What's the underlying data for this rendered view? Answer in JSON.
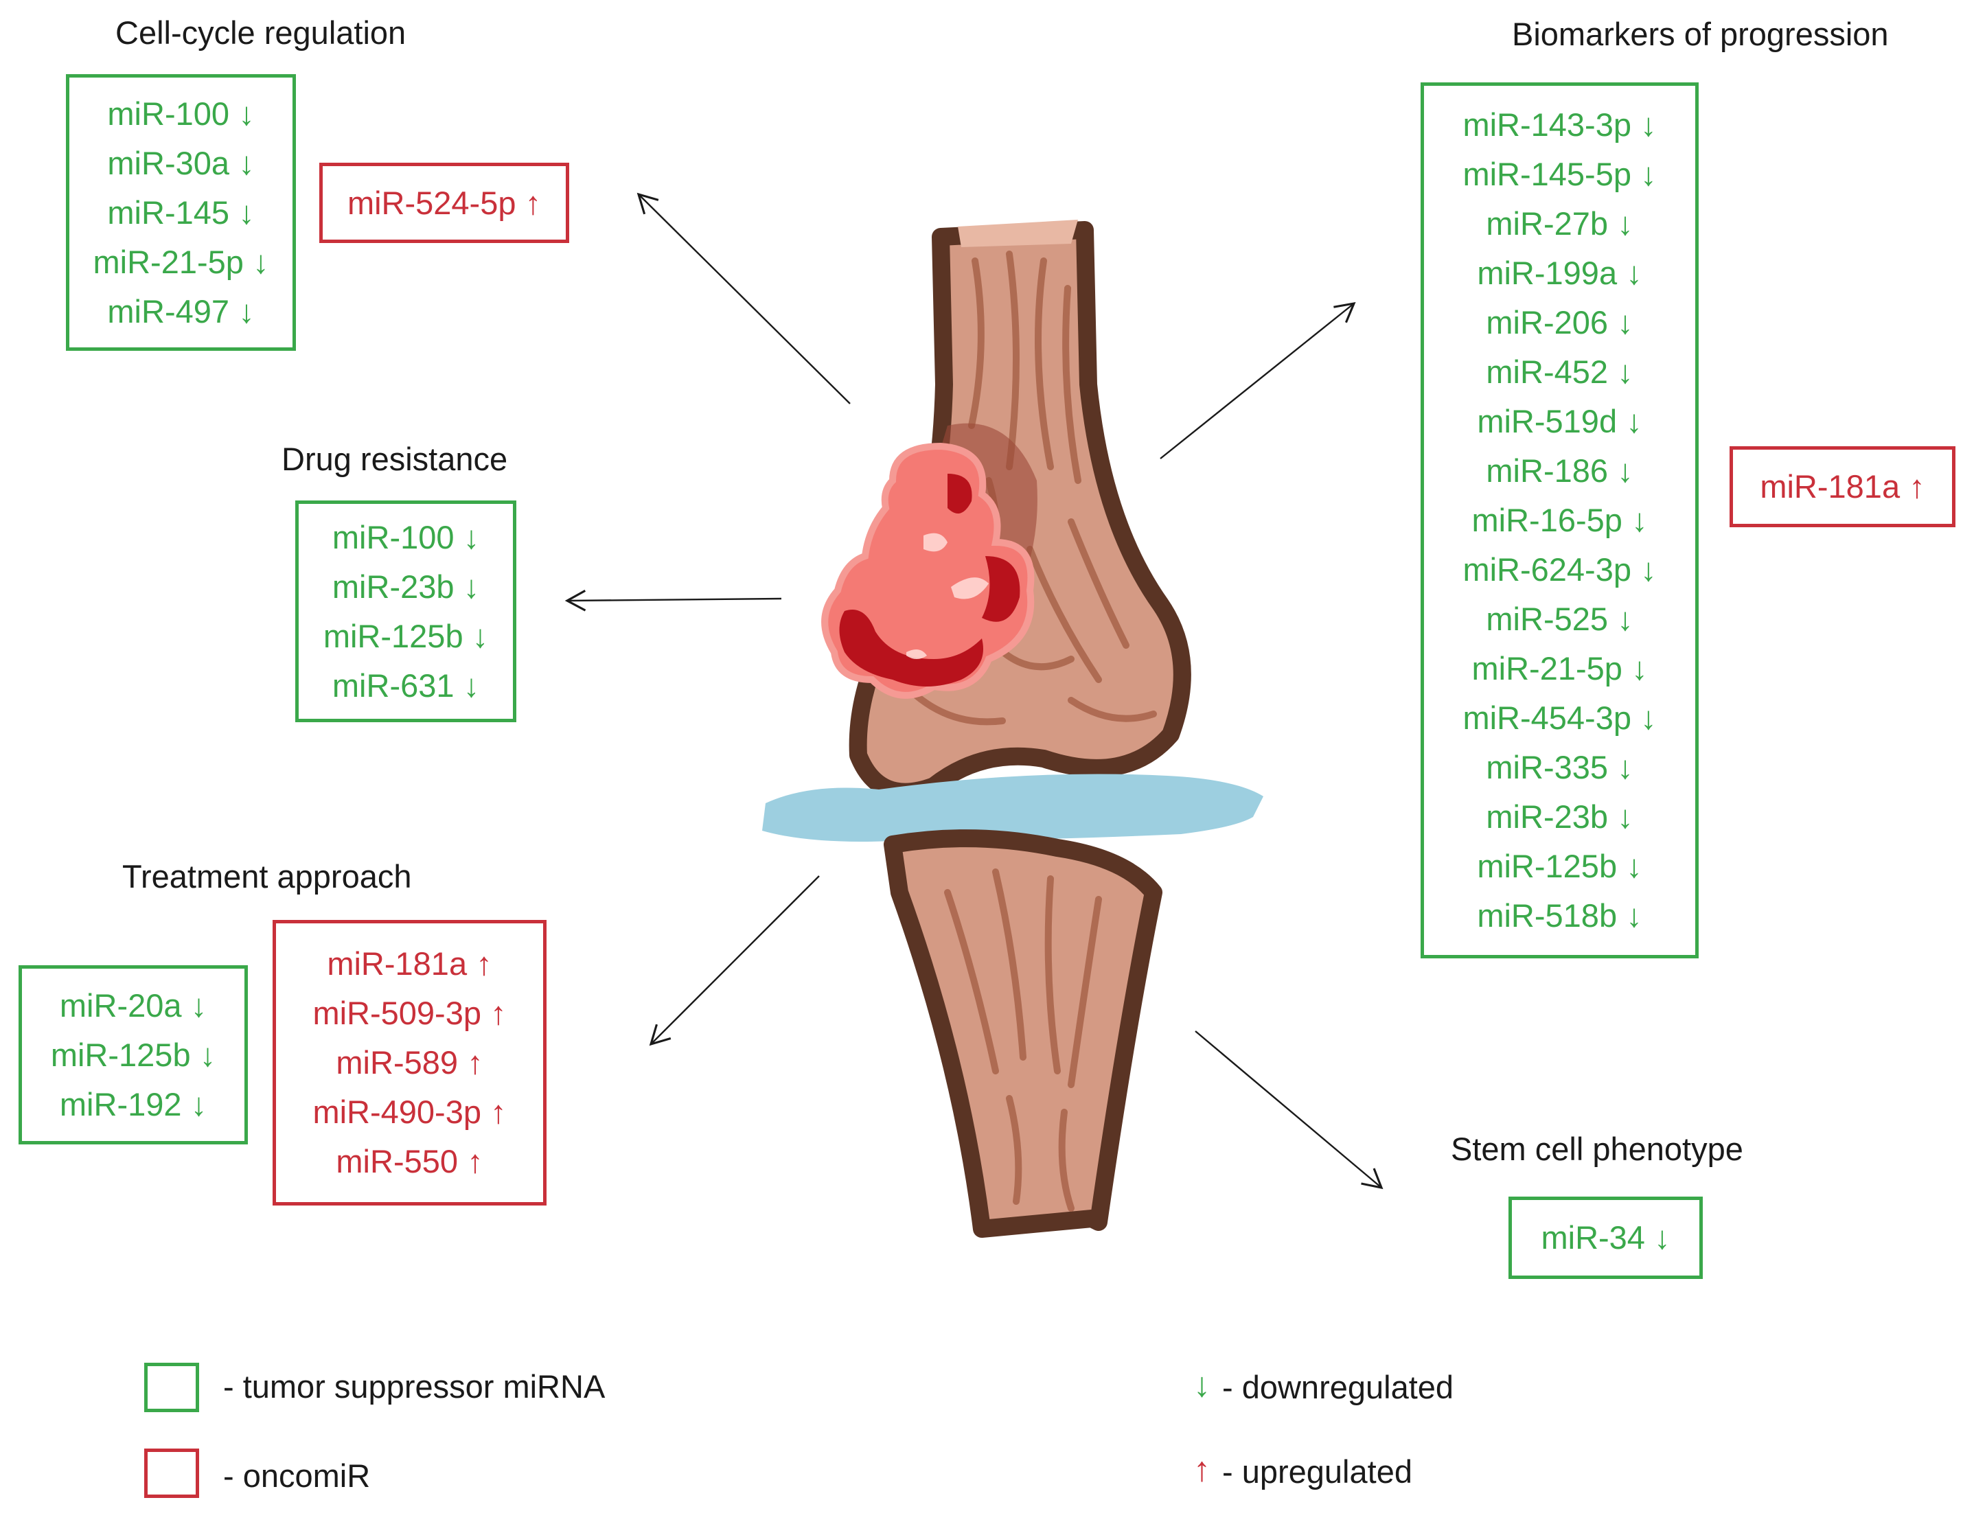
{
  "colors": {
    "suppressor": "#3aa84a",
    "oncomir": "#c9303a",
    "bone_outline": "#5a3424",
    "bone_fill": "#d49a84",
    "bone_grain": "#a8634a",
    "tumor_light": "#f47a74",
    "tumor_dark": "#b8121c",
    "cartilage": "#9dcfe0"
  },
  "sections": {
    "cell_cycle": {
      "title": "Cell-cycle regulation",
      "suppressors": [
        "miR-100 ↓",
        "miR-30a ↓",
        "miR-145 ↓",
        "miR-21-5p ↓",
        "miR-497 ↓"
      ],
      "oncomirs": [
        "miR-524-5p ↑"
      ]
    },
    "drug_resistance": {
      "title": "Drug resistance",
      "suppressors": [
        "miR-100 ↓",
        "miR-23b ↓",
        "miR-125b ↓",
        "miR-631 ↓"
      ]
    },
    "treatment": {
      "title": "Treatment approach",
      "suppressors": [
        "miR-20a ↓",
        "miR-125b ↓",
        "miR-192 ↓"
      ],
      "oncomirs": [
        "miR-181a ↑",
        "miR-509-3p ↑",
        "miR-589 ↑",
        "miR-490-3p ↑",
        "miR-550 ↑"
      ]
    },
    "biomarkers": {
      "title": "Biomarkers of progression",
      "suppressors": [
        "miR-143-3p ↓",
        "miR-145-5p ↓",
        "miR-27b ↓",
        "miR-199a ↓",
        "miR-206 ↓",
        "miR-452 ↓",
        "miR-519d ↓",
        "miR-186 ↓",
        "miR-16-5p ↓",
        "miR-624-3p ↓",
        "miR-525 ↓",
        "miR-21-5p ↓",
        "miR-454-3p ↓",
        "miR-335 ↓",
        "miR-23b ↓",
        "miR-125b ↓",
        "miR-518b ↓"
      ],
      "oncomirs": [
        "miR-181a ↑"
      ]
    },
    "stem_cell": {
      "title": "Stem cell phenotype",
      "suppressors": [
        "miR-34 ↓"
      ]
    }
  },
  "legend": {
    "suppressor_label": "- tumor suppressor miRNA",
    "oncomir_label": "- oncomiR",
    "down_arrow": "↓",
    "down_label": "- downregulated",
    "up_arrow": "↑",
    "up_label": "- upregulated"
  }
}
